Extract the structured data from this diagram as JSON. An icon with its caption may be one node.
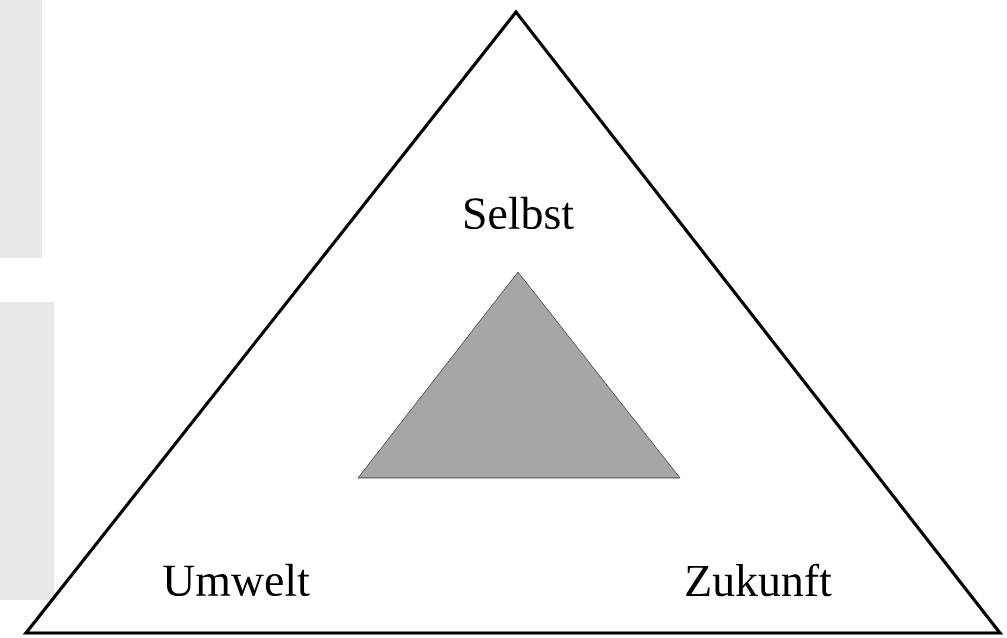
{
  "diagram": {
    "nodes": [
      {
        "text": [
          "Selbst",
          "Umwelt",
          "Zukunft"
        ]
      },
      {
        "text": [],
        "shape": "triangle",
        "in": 0
      }
    ]
  }
}
